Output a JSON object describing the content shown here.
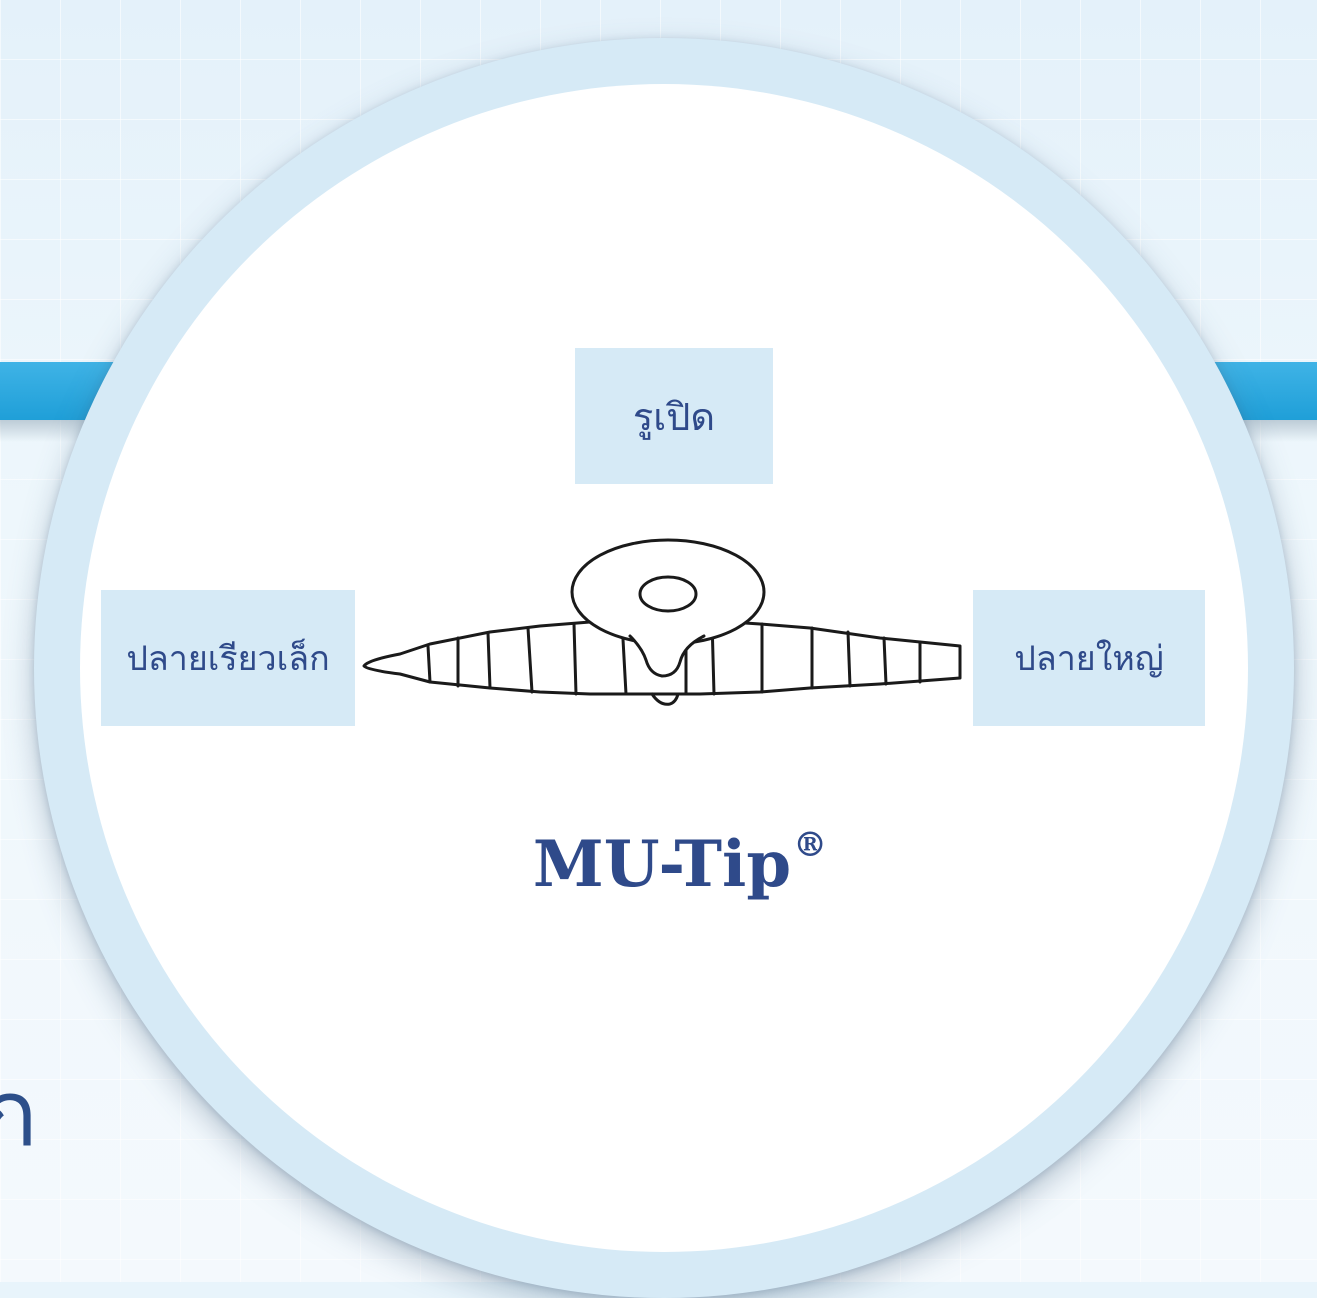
{
  "labels": {
    "top": "รูเปิด",
    "left": "ปลายเรียวเล็ก",
    "right": "ปลายใหญ่"
  },
  "title": {
    "name": "MU-Tip",
    "mark": "®"
  },
  "stray_char": "ก",
  "colors": {
    "background": "#e8f4fb",
    "ring": "#d6eaf6",
    "label_box": "#d6eaf6",
    "text": "#2f4a8a",
    "stripe": "#1f9fd8",
    "drawing": "#1a1a1a"
  },
  "icons": {
    "device": "mu-tip-device-drawing"
  }
}
